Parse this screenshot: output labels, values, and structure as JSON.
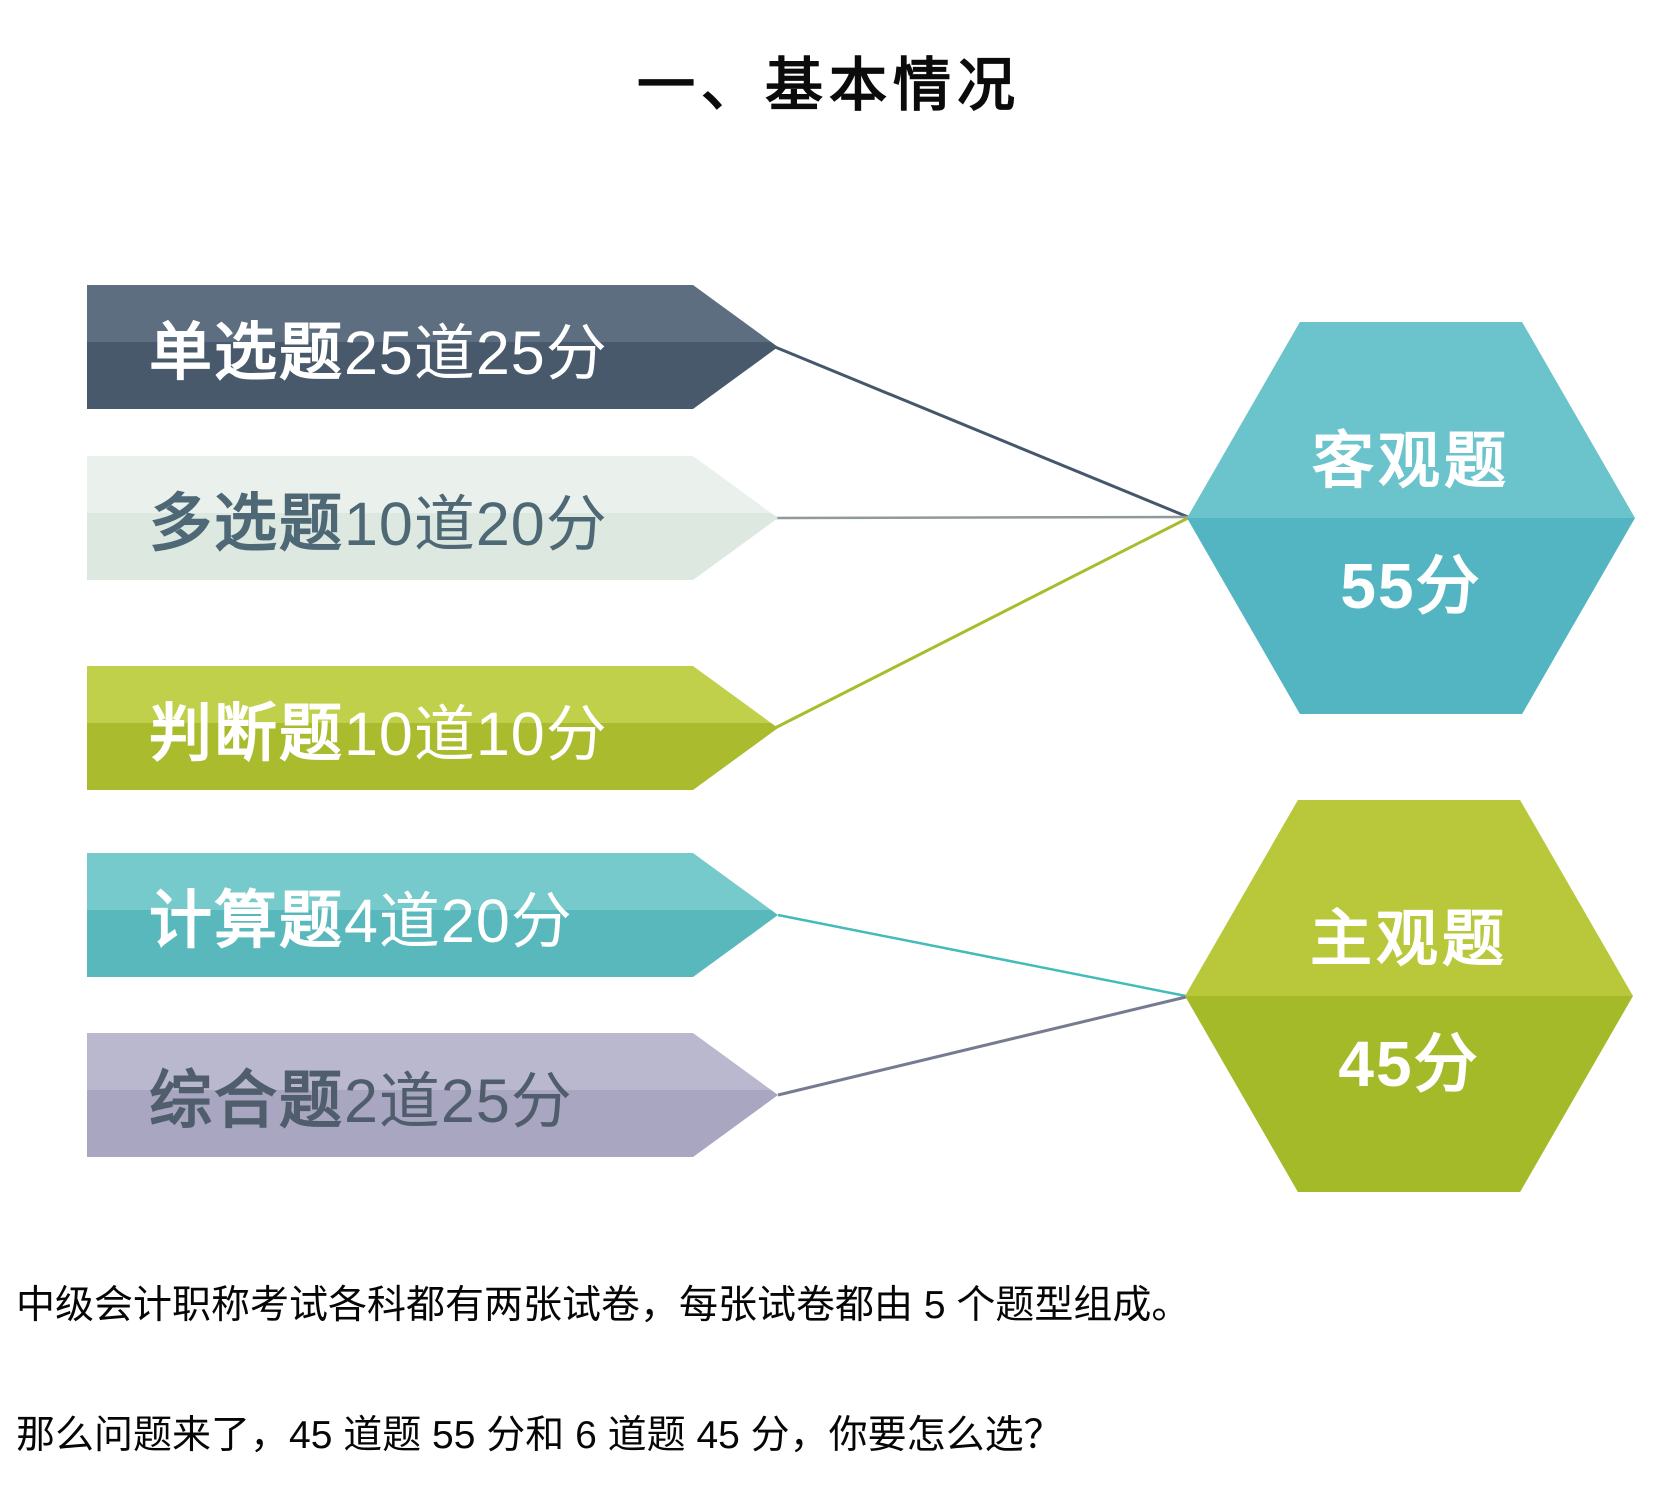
{
  "title": "一、基本情况",
  "banners": [
    {
      "name": "单选题",
      "detail": "25道25分",
      "bg_top": "#5c6e80",
      "bg_bottom": "#47596b",
      "text_color": "#ffffff",
      "connector_color": "#45576b",
      "target": "客观题"
    },
    {
      "name": "多选题",
      "detail": "10道20分",
      "bg_top": "#eaf1ec",
      "bg_bottom": "#dce8e0",
      "text_color": "#4e6876",
      "connector_color": "#8f9a99",
      "target": "客观题"
    },
    {
      "name": "判断题",
      "detail": "10道10分",
      "bg_top": "#c1d04b",
      "bg_bottom": "#aabb2e",
      "text_color": "#ffffff",
      "connector_color": "#a9bc2c",
      "target": "客观题"
    },
    {
      "name": "计算题",
      "detail": "4道20分",
      "bg_top": "#76cacb",
      "bg_bottom": "#58b8bc",
      "text_color": "#ffffff",
      "connector_color": "#41bcb8",
      "target": "主观题"
    },
    {
      "name": "综合题",
      "detail": "2道25分",
      "bg_top": "#b9b8ce",
      "bg_bottom": "#a8a6c0",
      "text_color": "#4f5d6c",
      "connector_color": "#777b92",
      "target": "主观题"
    }
  ],
  "hexagons": [
    {
      "label": "客观题",
      "score": "55分",
      "top_color": "#6bc3cb",
      "bottom_color": "#52b5c1",
      "text_color": "#ffffff"
    },
    {
      "label": "主观题",
      "score": "45分",
      "top_color": "#b9c83b",
      "bottom_color": "#a5ba29",
      "text_color": "#ffffff"
    }
  ],
  "paragraphs": [
    "中级会计职称考试各科都有两张试卷，每张试卷都由 5 个题型组成。",
    "那么问题来了，45 道题 55 分和 6 道题 45 分，你要怎么选？"
  ]
}
